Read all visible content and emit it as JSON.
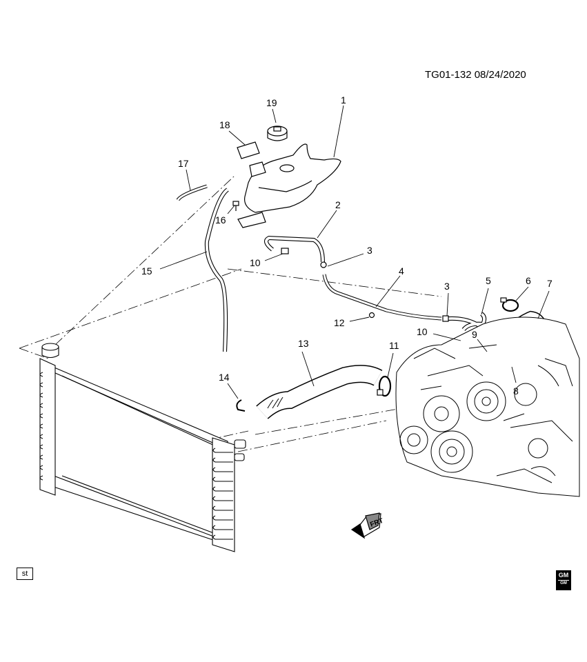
{
  "header": {
    "ref_code": "TG01-132  08/24/2020"
  },
  "callouts": [
    {
      "id": "c1",
      "label": "1"
    },
    {
      "id": "c2",
      "label": "2"
    },
    {
      "id": "c3a",
      "label": "3"
    },
    {
      "id": "c3b",
      "label": "3"
    },
    {
      "id": "c4",
      "label": "4"
    },
    {
      "id": "c5",
      "label": "5"
    },
    {
      "id": "c6",
      "label": "6"
    },
    {
      "id": "c7",
      "label": "7"
    },
    {
      "id": "c8",
      "label": "8"
    },
    {
      "id": "c9",
      "label": "9"
    },
    {
      "id": "c10a",
      "label": "10"
    },
    {
      "id": "c10b",
      "label": "10"
    },
    {
      "id": "c11",
      "label": "11"
    },
    {
      "id": "c12",
      "label": "12"
    },
    {
      "id": "c13",
      "label": "13"
    },
    {
      "id": "c14",
      "label": "14"
    },
    {
      "id": "c15",
      "label": "15"
    },
    {
      "id": "c16",
      "label": "16"
    },
    {
      "id": "c17",
      "label": "17"
    },
    {
      "id": "c18",
      "label": "18"
    },
    {
      "id": "c19",
      "label": "19"
    }
  ],
  "direction_marker": {
    "label": "FRT"
  },
  "footer": {
    "st_label": "st",
    "logo_text": "GM",
    "logo_sub": "GM"
  }
}
